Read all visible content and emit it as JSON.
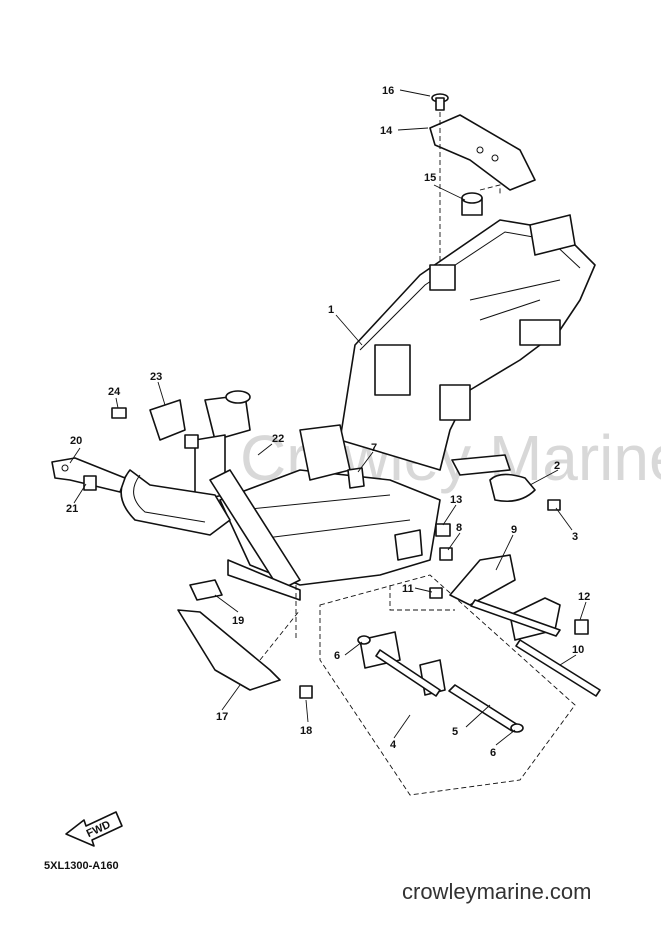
{
  "watermark": "Crowley Marine",
  "diagram_code": "5XL1300-A160",
  "site_url": "crowleymarine.com",
  "fwd_label": "FWD",
  "callouts": {
    "c1": "1",
    "c2": "2",
    "c3": "3",
    "c4": "4",
    "c5": "5",
    "c6a": "6",
    "c6b": "6",
    "c7": "7",
    "c8": "8",
    "c9": "9",
    "c10": "10",
    "c11": "11",
    "c12": "12",
    "c13": "13",
    "c14": "14",
    "c15": "15",
    "c16": "16",
    "c17": "17",
    "c18": "18",
    "c19": "19",
    "c20": "20",
    "c21": "21",
    "c22": "22",
    "c23": "23",
    "c24": "24"
  }
}
